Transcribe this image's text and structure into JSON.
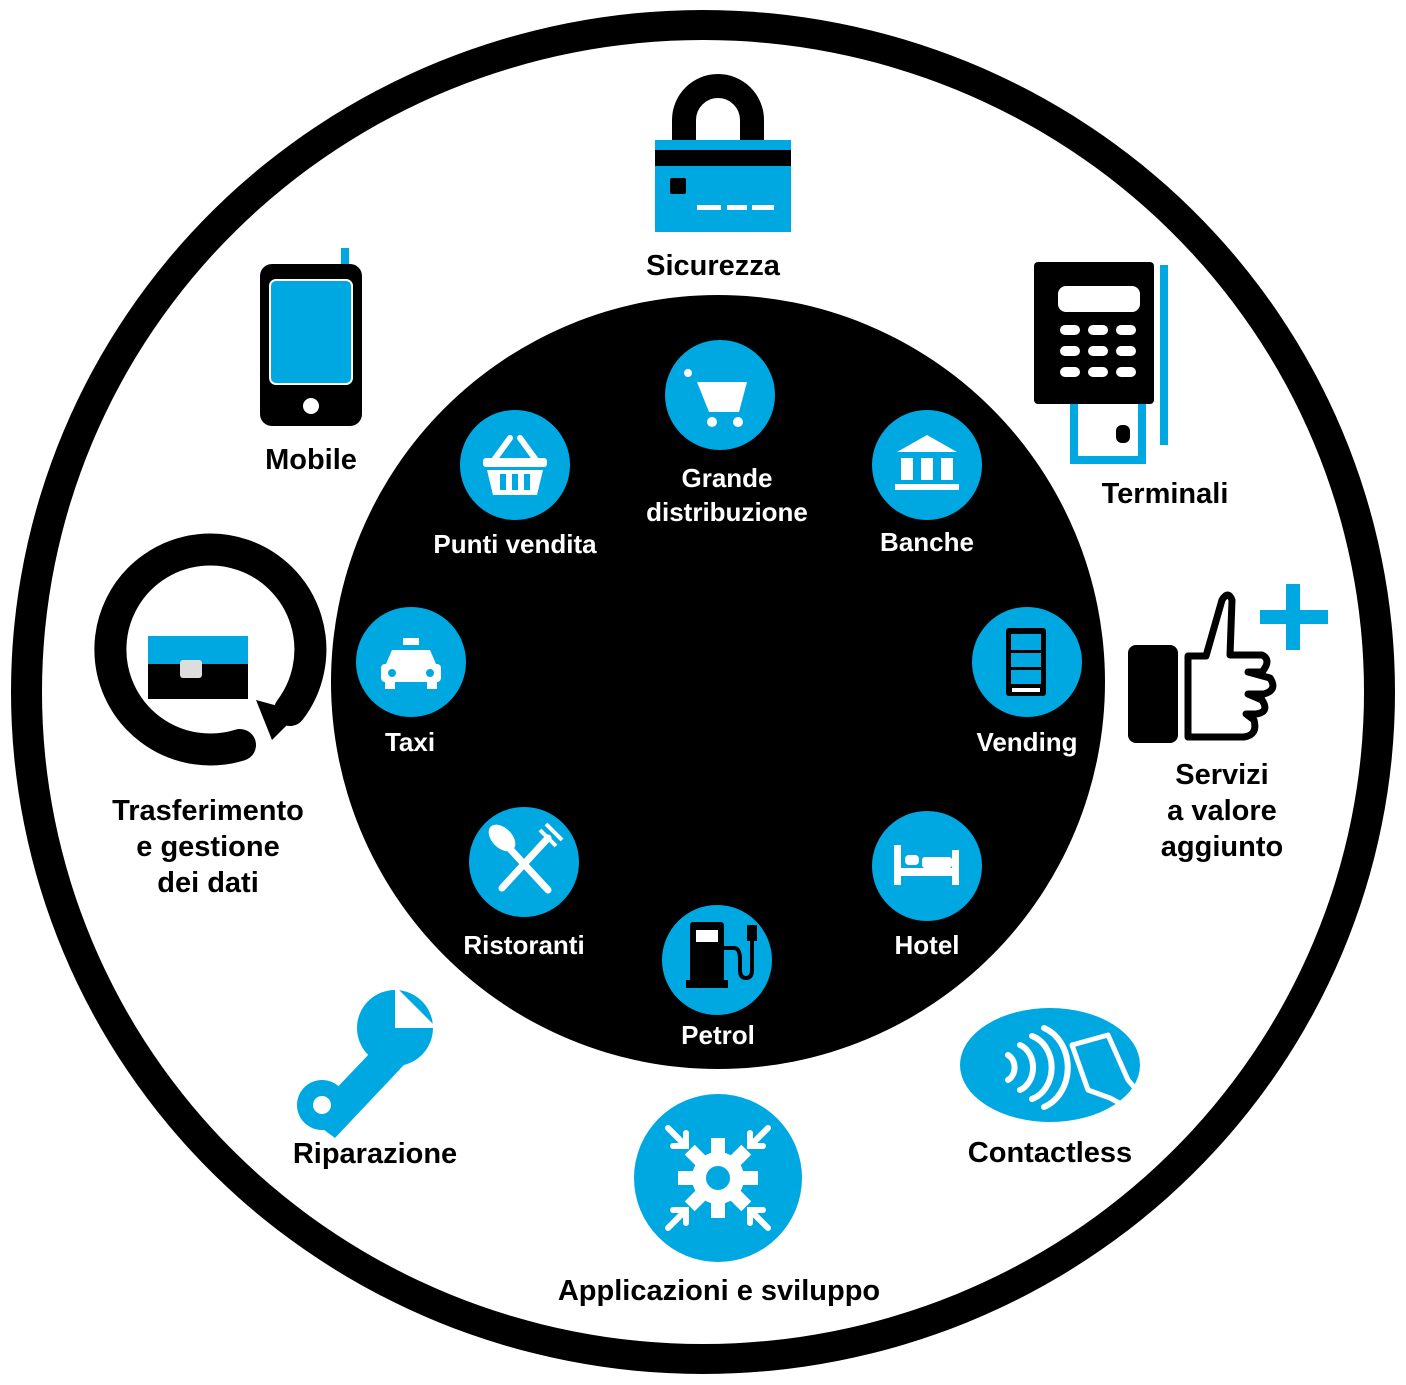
{
  "colors": {
    "accent": "#00a8e2",
    "ink": "#000000",
    "paper": "#ffffff"
  },
  "outer_ring": [
    {
      "id": "sicurezza",
      "label": "Sicurezza",
      "icon": "padlock-card-icon"
    },
    {
      "id": "terminali",
      "label": "Terminali",
      "icon": "payment-terminal-icon"
    },
    {
      "id": "servizi",
      "label": "Servizi\na valore\naggiunto",
      "icon": "thumbs-up-plus-icon"
    },
    {
      "id": "contactless",
      "label": "Contactless",
      "icon": "contactless-card-icon"
    },
    {
      "id": "applicazioni",
      "label": "Applicazioni e sviluppo",
      "icon": "gear-arrows-icon"
    },
    {
      "id": "riparazione",
      "label": "Riparazione",
      "icon": "wrench-icon"
    },
    {
      "id": "trasferimento",
      "label": "Trasferimento\ne gestione\ndei dati",
      "icon": "card-rotate-icon"
    },
    {
      "id": "mobile",
      "label": "Mobile",
      "icon": "mobile-phone-icon"
    }
  ],
  "inner_ring": [
    {
      "id": "grande",
      "label": "Grande\ndistribuzione",
      "icon": "shopping-cart-icon"
    },
    {
      "id": "banche",
      "label": "Banche",
      "icon": "bank-icon"
    },
    {
      "id": "vending",
      "label": "Vending",
      "icon": "vending-machine-icon"
    },
    {
      "id": "hotel",
      "label": "Hotel",
      "icon": "bed-icon"
    },
    {
      "id": "petrol",
      "label": "Petrol",
      "icon": "fuel-pump-icon"
    },
    {
      "id": "ristoranti",
      "label": "Ristoranti",
      "icon": "fork-spoon-icon"
    },
    {
      "id": "taxi",
      "label": "Taxi",
      "icon": "taxi-icon"
    },
    {
      "id": "punti",
      "label": "Punti vendita",
      "icon": "basket-icon"
    }
  ]
}
